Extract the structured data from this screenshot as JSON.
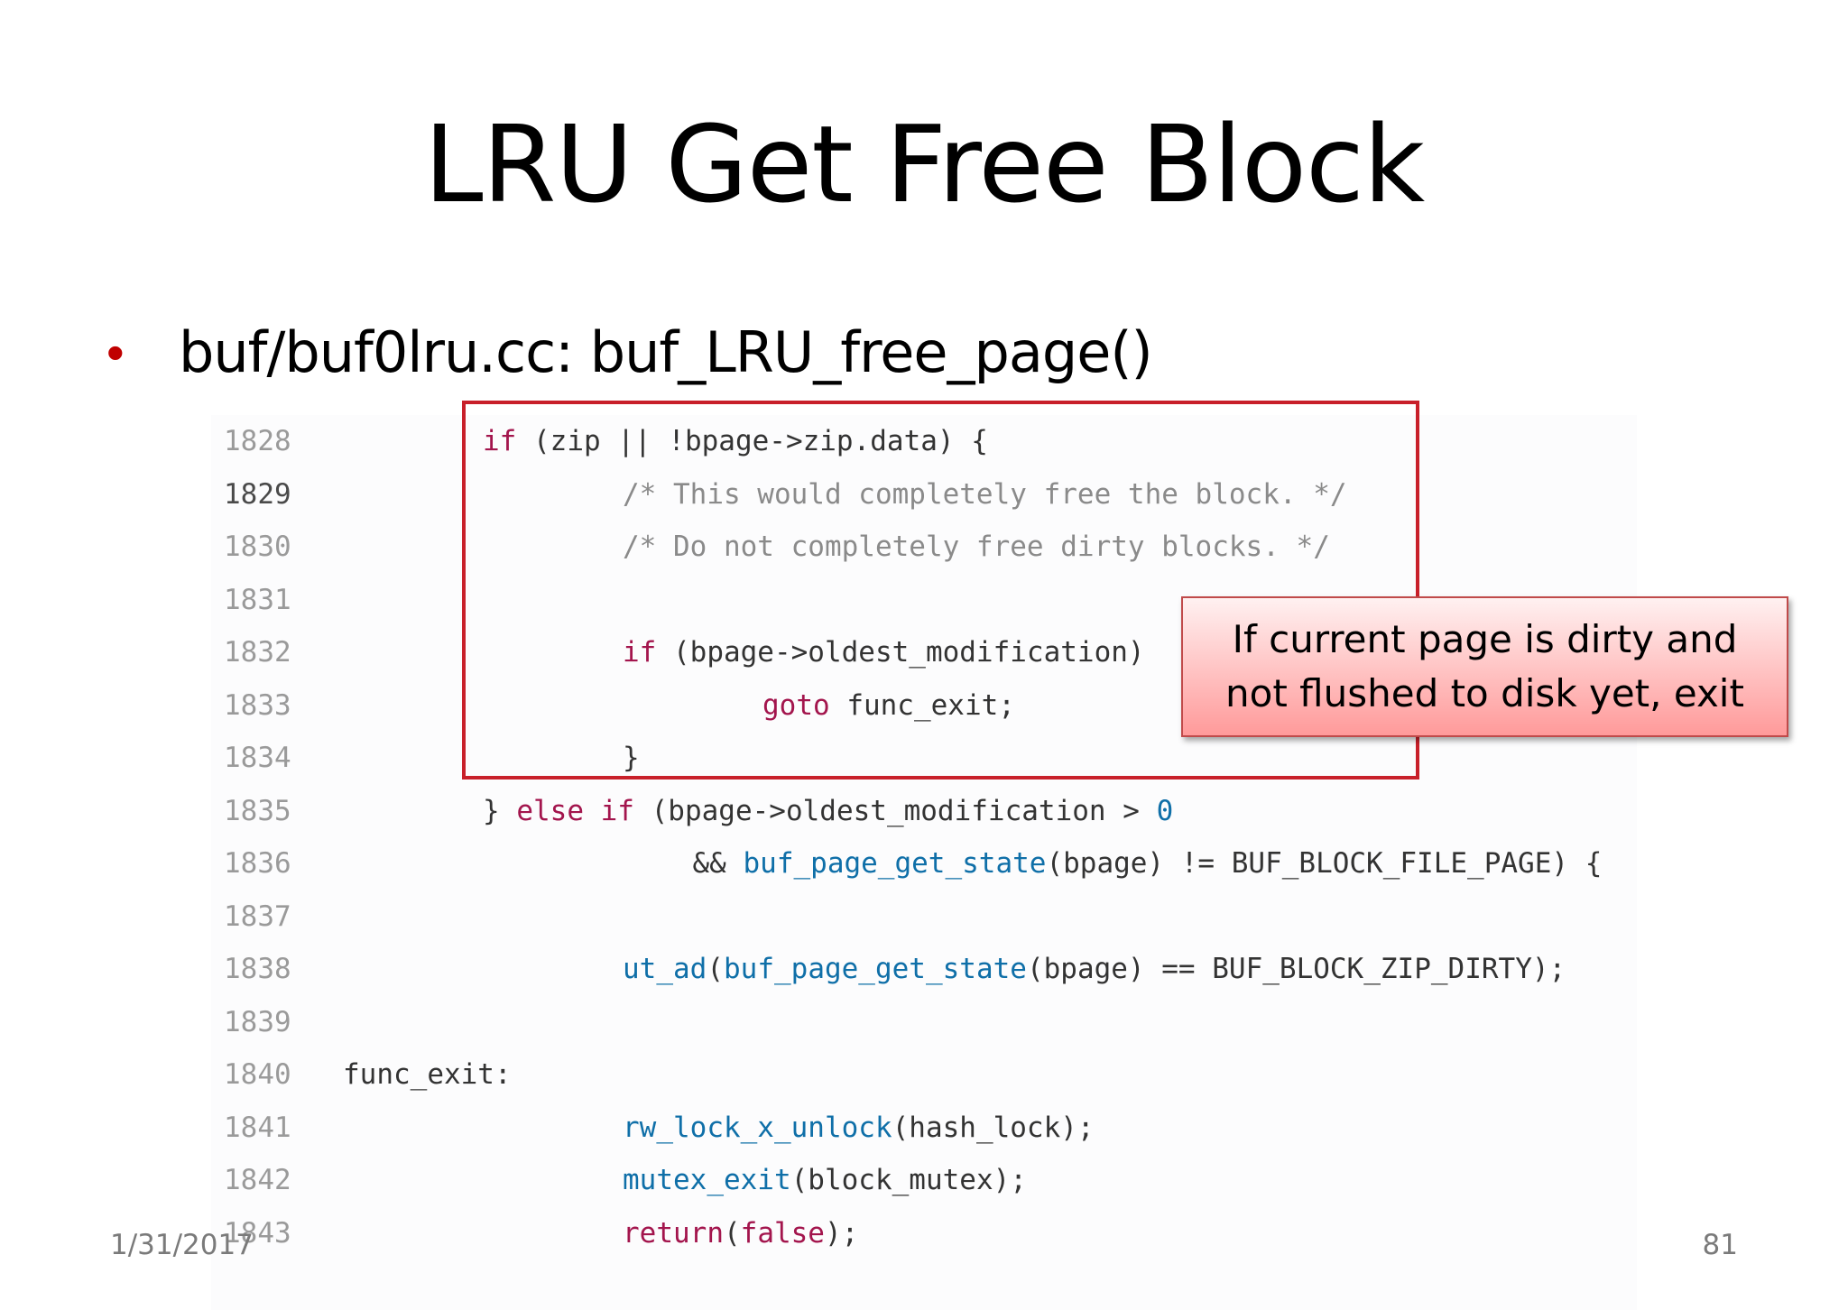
{
  "slide": {
    "title": "LRU Get Free Block",
    "bullet": "buf/buf0lru.cc: buf_LRU_free_page()",
    "callout": "If current page is dirty and not flushed to disk yet, exit",
    "date": "1/31/2017",
    "page_number": "81"
  },
  "colors": {
    "bullet": "#c00000",
    "highlight_border": "#c8202a",
    "keyword": "#a3154d",
    "function": "#0f6fa8",
    "comment": "#8a8a8a"
  },
  "code": {
    "lines": [
      {
        "num": "1828",
        "indent": 2,
        "tokens": [
          {
            "t": "if",
            "c": "kw"
          },
          {
            "t": " (zip || !bpage->zip.data) {",
            "c": ""
          }
        ]
      },
      {
        "num": "1829",
        "indent": 4,
        "current": true,
        "tokens": [
          {
            "t": "/* This would completely free the block. */",
            "c": "cm"
          }
        ]
      },
      {
        "num": "1830",
        "indent": 4,
        "tokens": [
          {
            "t": "/* Do not completely free dirty blocks. */",
            "c": "cm"
          }
        ]
      },
      {
        "num": "1831",
        "indent": 0,
        "tokens": []
      },
      {
        "num": "1832",
        "indent": 4,
        "tokens": [
          {
            "t": "if",
            "c": "kw"
          },
          {
            "t": " (bpage->oldest_modification)",
            "c": ""
          }
        ]
      },
      {
        "num": "1833",
        "indent": 6,
        "tokens": [
          {
            "t": "goto",
            "c": "kw"
          },
          {
            "t": " func_exit;",
            "c": ""
          }
        ]
      },
      {
        "num": "1834",
        "indent": 4,
        "tokens": [
          {
            "t": "}",
            "c": ""
          }
        ]
      },
      {
        "num": "1835",
        "indent": 2,
        "tokens": [
          {
            "t": "} ",
            "c": ""
          },
          {
            "t": "else if",
            "c": "kw"
          },
          {
            "t": " (bpage->oldest_modification > ",
            "c": ""
          },
          {
            "t": "0",
            "c": "num"
          }
        ]
      },
      {
        "num": "1836",
        "indent": 5,
        "tokens": [
          {
            "t": "&& ",
            "c": ""
          },
          {
            "t": "buf_page_get_state",
            "c": "fn"
          },
          {
            "t": "(bpage) != BUF_BLOCK_FILE_PAGE) {",
            "c": ""
          }
        ]
      },
      {
        "num": "1837",
        "indent": 0,
        "tokens": []
      },
      {
        "num": "1838",
        "indent": 4,
        "tokens": [
          {
            "t": "ut_ad",
            "c": "fn"
          },
          {
            "t": "(",
            "c": ""
          },
          {
            "t": "buf_page_get_state",
            "c": "fn"
          },
          {
            "t": "(bpage) == BUF_BLOCK_ZIP_DIRTY);",
            "c": ""
          }
        ]
      },
      {
        "num": "1839",
        "indent": 0,
        "tokens": []
      },
      {
        "num": "1840",
        "indent": 0,
        "tokens": [
          {
            "t": "func_exit:",
            "c": ""
          }
        ]
      },
      {
        "num": "1841",
        "indent": 4,
        "tokens": [
          {
            "t": "rw_lock_x_unlock",
            "c": "fn"
          },
          {
            "t": "(hash_lock);",
            "c": ""
          }
        ]
      },
      {
        "num": "1842",
        "indent": 4,
        "tokens": [
          {
            "t": "mutex_exit",
            "c": "fn"
          },
          {
            "t": "(block_mutex);",
            "c": ""
          }
        ]
      },
      {
        "num": "1843",
        "indent": 4,
        "tokens": [
          {
            "t": "return",
            "c": "kw"
          },
          {
            "t": "(",
            "c": ""
          },
          {
            "t": "false",
            "c": "kw"
          },
          {
            "t": ");",
            "c": ""
          }
        ]
      }
    ]
  }
}
